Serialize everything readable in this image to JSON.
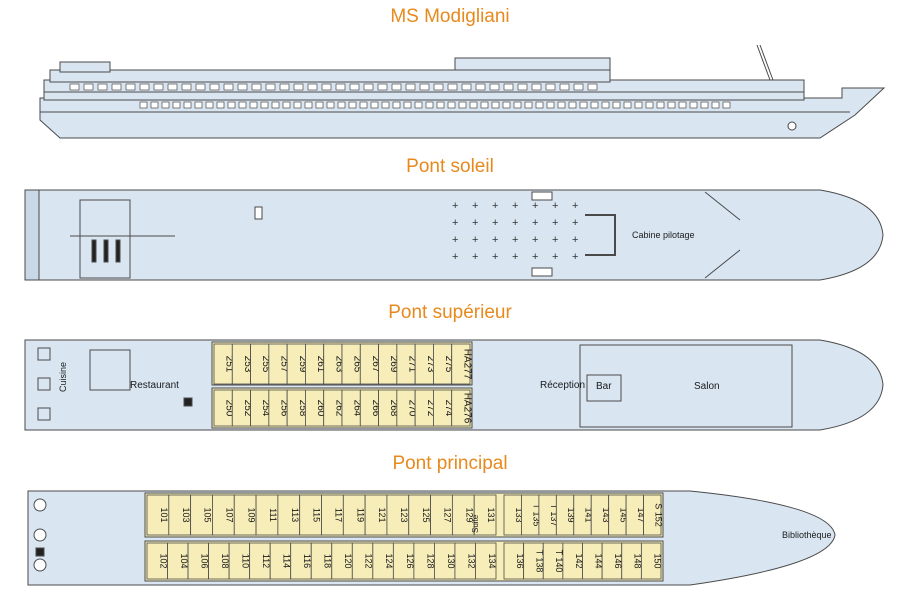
{
  "titles": {
    "ship": "MS Modigliani",
    "sun_deck": "Pont soleil",
    "upper_deck": "Pont supérieur",
    "main_deck": "Pont principal"
  },
  "sun_deck": {
    "wheelhouse": "Cabine pilotage"
  },
  "upper_deck": {
    "kitchen": "Cuisine",
    "restaurant": "Restaurant",
    "reception": "Réception",
    "bar": "Bar",
    "lounge": "Salon",
    "cabins_top": [
      "251",
      "253",
      "255",
      "257",
      "259",
      "261",
      "263",
      "265",
      "267",
      "269",
      "271",
      "273",
      "275",
      "HA277"
    ],
    "cabins_bottom": [
      "250",
      "252",
      "254",
      "256",
      "258",
      "260",
      "262",
      "264",
      "266",
      "268",
      "270",
      "272",
      "274",
      "HA276"
    ]
  },
  "main_deck": {
    "library": "Bibliothèque",
    "suite_label": "Suite",
    "cabins_top_a": [
      "101",
      "103",
      "105",
      "107",
      "109",
      "111",
      "113",
      "115",
      "117",
      "119",
      "121",
      "123",
      "125",
      "127",
      "129",
      "131"
    ],
    "cabins_top_b": [
      "133",
      "T 135",
      "T 137",
      "139",
      "141",
      "143",
      "145",
      "147",
      "S 152"
    ],
    "cabins_bottom_a": [
      "102",
      "104",
      "106",
      "108",
      "110",
      "112",
      "114",
      "116",
      "118",
      "120",
      "122",
      "124",
      "126",
      "128",
      "130",
      "132",
      "134"
    ],
    "cabins_bottom_b": [
      "136",
      "T 138",
      "T 140",
      "142",
      "144",
      "146",
      "148",
      "150"
    ]
  },
  "colors": {
    "title": "#e8891d",
    "deck": "#d9e6f2",
    "cabin": "#f6edb8",
    "stroke": "#4a4a4a"
  }
}
